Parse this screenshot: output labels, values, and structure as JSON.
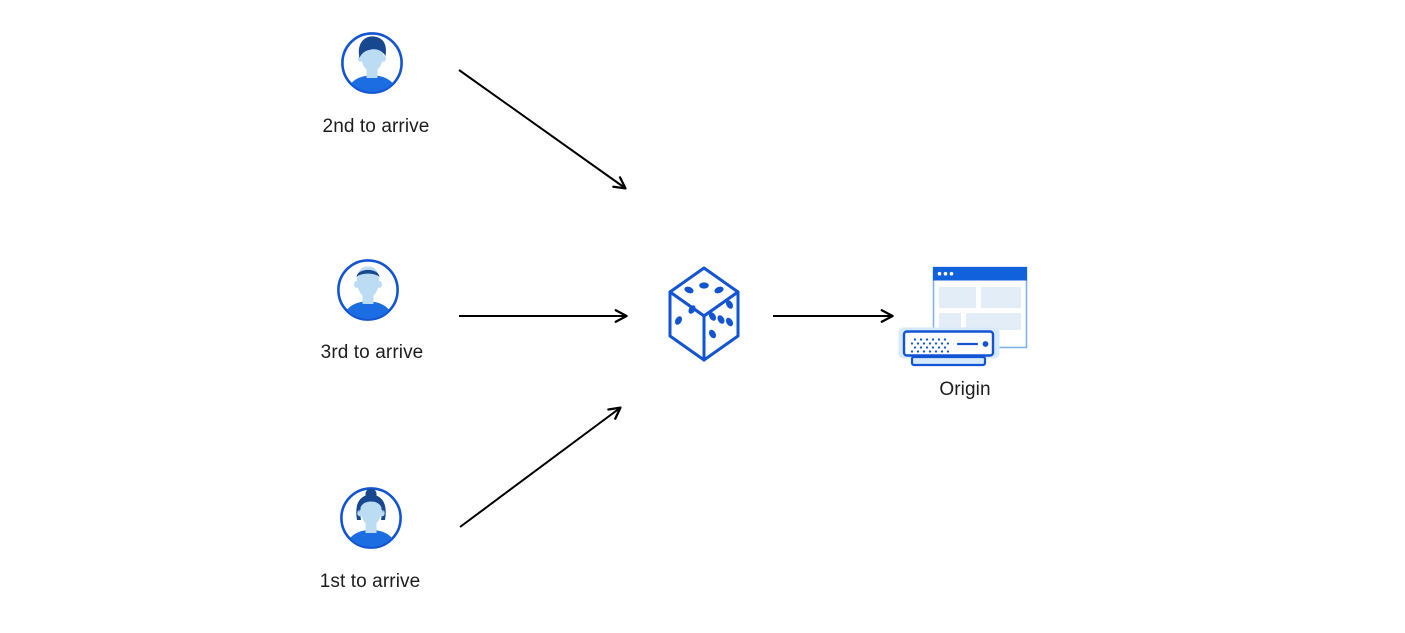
{
  "diagram": {
    "nodes": [
      {
        "id": "user-2nd",
        "label": "2nd to arrive",
        "icon": "avatar-man-pompadour-icon"
      },
      {
        "id": "user-3rd",
        "label": "3rd to arrive",
        "icon": "avatar-man-short-hair-icon"
      },
      {
        "id": "user-1st",
        "label": "1st to arrive",
        "icon": "avatar-woman-bun-icon"
      },
      {
        "id": "dice",
        "label": "",
        "icon": "dice-icon"
      },
      {
        "id": "origin",
        "label": "Origin",
        "icon": "origin-server-icon"
      }
    ],
    "edges": [
      {
        "from": "user-2nd",
        "to": "dice"
      },
      {
        "from": "user-3rd",
        "to": "dice"
      },
      {
        "from": "user-1st",
        "to": "dice"
      },
      {
        "from": "dice",
        "to": "origin"
      }
    ],
    "colors": {
      "accent-blue": "#1254d2",
      "titlebar-blue": "#1161dd",
      "shirt-blue": "#1c6ce2",
      "hair-navy": "#17478f",
      "face-blue": "#bcdcf4",
      "block-blue": "#e2edf8",
      "halo-blue": "#d6eafb",
      "window-border": "#84b1e4",
      "arrow-black": "#000000",
      "text-color": "#1d1d1f",
      "background": "#ffffff"
    }
  }
}
